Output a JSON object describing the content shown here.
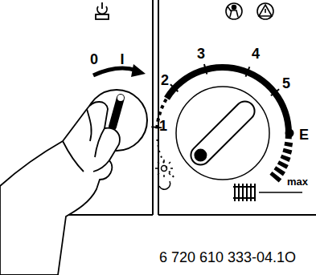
{
  "diagram": {
    "labels": [
      "0",
      "I",
      "1",
      "2",
      "3",
      "4",
      "5",
      "E",
      "max",
      "6 720 610 333-04.1O"
    ]
  }
}
